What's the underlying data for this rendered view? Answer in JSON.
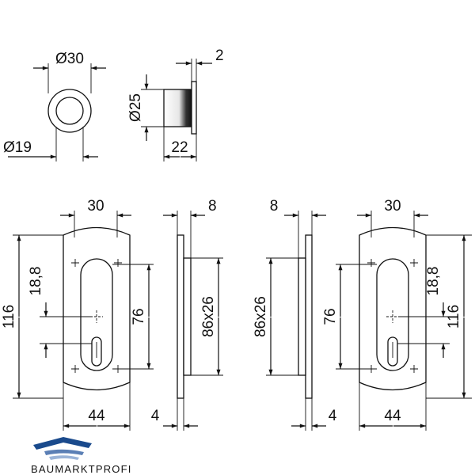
{
  "dimensions": {
    "rosette_outer_diameter": "Ø30",
    "rosette_inner_diameter": "Ø19",
    "rosette_side_diameter": "Ø25",
    "rosette_flange": "2",
    "rosette_depth": "22",
    "left_plate_width_top": "30",
    "left_plate_height": "116",
    "left_keyhole_offset": "18,8",
    "left_slot_length": "76",
    "left_plate_width_bottom": "44",
    "left_side_thickness": "8",
    "left_side_cutout": "86x26",
    "left_side_depth": "4",
    "right_side_thickness": "8",
    "right_side_cutout": "86x26",
    "right_side_depth": "4",
    "right_slot_length": "76",
    "right_keyhole_offset": "18,8",
    "right_plate_height": "116",
    "right_plate_width_top": "30",
    "right_plate_width_bottom": "44"
  },
  "logo": {
    "text": "BAUMARKTPROFI",
    "colors": [
      "#1a4a8c",
      "#5b7fb5",
      "#9bb4d8"
    ]
  }
}
